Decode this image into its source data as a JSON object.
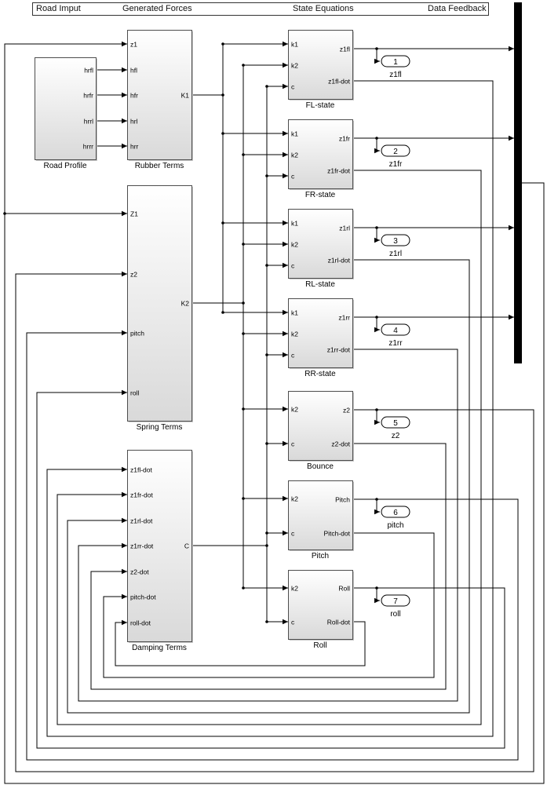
{
  "header": {
    "sections": [
      "Road Imput",
      "Generated Forces",
      "State Equations",
      "Data Feedback"
    ]
  },
  "colors": {
    "line": "#000000",
    "block_border": "#4d4d4d",
    "block_fill_top": "#ffffff",
    "block_fill_bottom": "#d9d9d9",
    "mux_bar": "#000000"
  },
  "blocks": {
    "road_profile": {
      "name": "Road Profile",
      "outputs": [
        "hrfl",
        "hrfr",
        "hrrl",
        "hrrr"
      ]
    },
    "rubber_terms": {
      "name": "Rubber Terms",
      "inputs": [
        "z1",
        "hfl",
        "hfr",
        "hrl",
        "hrr"
      ],
      "output": "K1"
    },
    "spring_terms": {
      "name": "Spring Terms",
      "inputs": [
        "Z1",
        "z2",
        "pitch",
        "roll"
      ],
      "output": "K2"
    },
    "damping_terms": {
      "name": "Damping Terms",
      "inputs": [
        "z1fl-dot",
        "z1fr-dot",
        "z1rl-dot",
        "z1rr-dot",
        "z2-dot",
        "pitch-dot",
        "roll-dot"
      ],
      "output": "C"
    },
    "fl_state": {
      "name": "FL-state",
      "inputs": [
        "k1",
        "k2",
        "c"
      ],
      "outputs": [
        "z1fl",
        "z1fl-dot"
      ]
    },
    "fr_state": {
      "name": "FR-state",
      "inputs": [
        "k1",
        "k2",
        "c"
      ],
      "outputs": [
        "z1fr",
        "z1fr-dot"
      ]
    },
    "rl_state": {
      "name": "RL-state",
      "inputs": [
        "k1",
        "k2",
        "c"
      ],
      "outputs": [
        "z1rl",
        "z1rl-dot"
      ]
    },
    "rr_state": {
      "name": "RR-state",
      "inputs": [
        "k1",
        "k2",
        "c"
      ],
      "outputs": [
        "z1rr",
        "z1rr-dot"
      ]
    },
    "bounce": {
      "name": "Bounce",
      "inputs": [
        "k2",
        "c"
      ],
      "outputs": [
        "z2",
        "z2-dot"
      ]
    },
    "pitch": {
      "name": "Pitch",
      "inputs": [
        "k2",
        "c"
      ],
      "outputs": [
        "Pitch",
        "Pitch-dot"
      ]
    },
    "roll": {
      "name": "Roll",
      "inputs": [
        "k2",
        "c"
      ],
      "outputs": [
        "Roll",
        "Roll-dot"
      ]
    }
  },
  "outports": [
    {
      "number": "1",
      "label": "z1fl"
    },
    {
      "number": "2",
      "label": "z1fr"
    },
    {
      "number": "3",
      "label": "z1rl"
    },
    {
      "number": "4",
      "label": "z1rr"
    },
    {
      "number": "5",
      "label": "z2"
    },
    {
      "number": "6",
      "label": "pitch"
    },
    {
      "number": "7",
      "label": "roll"
    }
  ]
}
